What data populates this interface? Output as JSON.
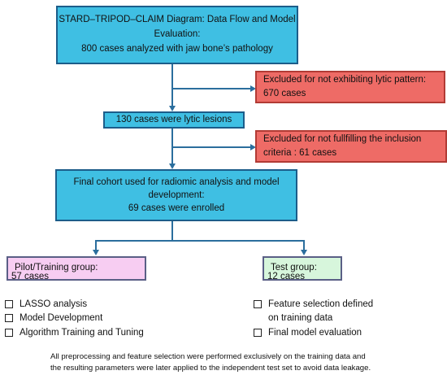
{
  "top_box": {
    "line1": "STARD–TRIPOD–CLAIM Diagram: Data Flow and Model",
    "line2": "Evaluation:",
    "line3": "800 cases analyzed with jaw bone’s pathology"
  },
  "exclusion1": {
    "line1": "Excluded for not exhibiting lytic pattern:",
    "line2": "670  cases"
  },
  "lytic_box": {
    "text": "130 cases were lytic lesions"
  },
  "exclusion2": {
    "line1": "Excluded for not fullfilling the inclusion",
    "line2": "criteria : 61 cases"
  },
  "final_box": {
    "line1": "Final cohort used for radiomic analysis and model",
    "line2": "development:",
    "line3": "69 cases were enrolled"
  },
  "training": {
    "title": "Pilot/Training group:",
    "cases": "57 cases",
    "items": [
      "LASSO analysis",
      "Model Development",
      "Algorithm Training and Tuning"
    ]
  },
  "test": {
    "title": "Test group:",
    "cases": "12 cases",
    "items": [
      "Feature selection defined",
      "on training data",
      "Final model evaluation"
    ]
  },
  "footnote": {
    "line1": "All preprocessing and feature selection were performed exclusively on the training data and",
    "line2": "the resulting parameters were later applied to the independent test set to avoid data leakage."
  },
  "colors": {
    "blue_box": "#3fbfe3",
    "red_box": "#ee6b66",
    "pink_box": "#f7cdf2",
    "green_box": "#d7f6dc",
    "connector": "#2b6e9d"
  }
}
